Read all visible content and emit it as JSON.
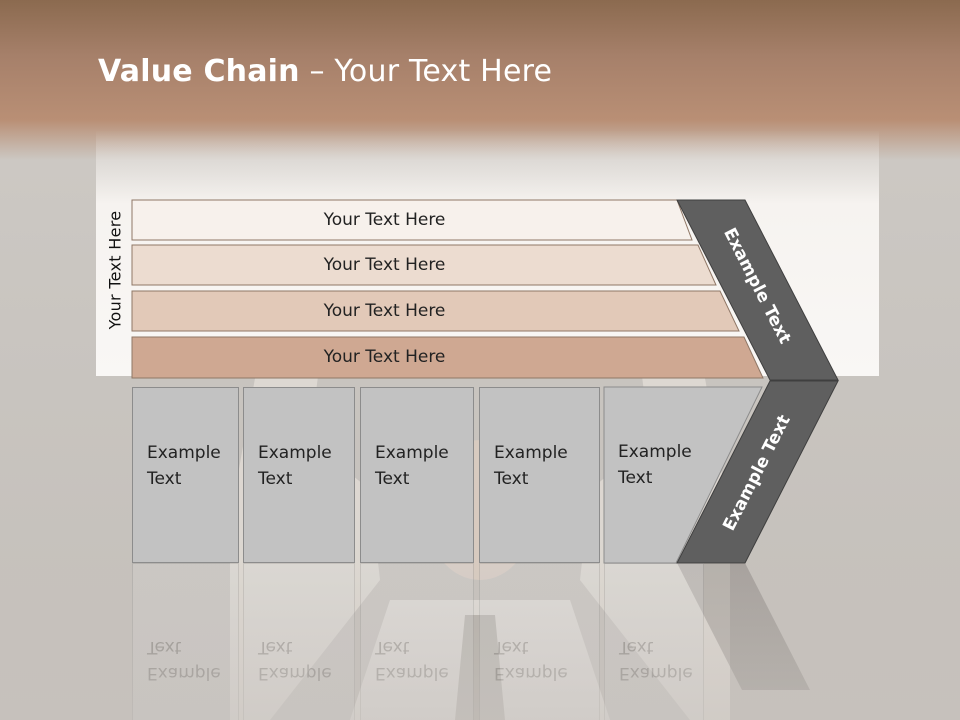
{
  "title": {
    "bold": "Value Chain",
    "rest": " – Your Text Here"
  },
  "side_label": "Your Text Here",
  "stripes": [
    {
      "label": "Your Text Here",
      "color": "#f7f1ec"
    },
    {
      "label": "Your Text Here",
      "color": "#ecdcd0"
    },
    {
      "label": "Your Text Here",
      "color": "#e2c9b8"
    },
    {
      "label": "Your Text Here",
      "color": "#cfa892"
    }
  ],
  "cells": [
    {
      "line1": "Example",
      "line2": "Text"
    },
    {
      "line1": "Example",
      "line2": "Text"
    },
    {
      "line1": "Example",
      "line2": "Text"
    },
    {
      "line1": "Example",
      "line2": "Text"
    },
    {
      "line1": "Example",
      "line2": "Text"
    }
  ],
  "arrow_upper": {
    "label": "Example Text",
    "color": "#5f5f5f"
  },
  "arrow_lower": {
    "label": "Example Text",
    "color": "#5f5f5f"
  }
}
